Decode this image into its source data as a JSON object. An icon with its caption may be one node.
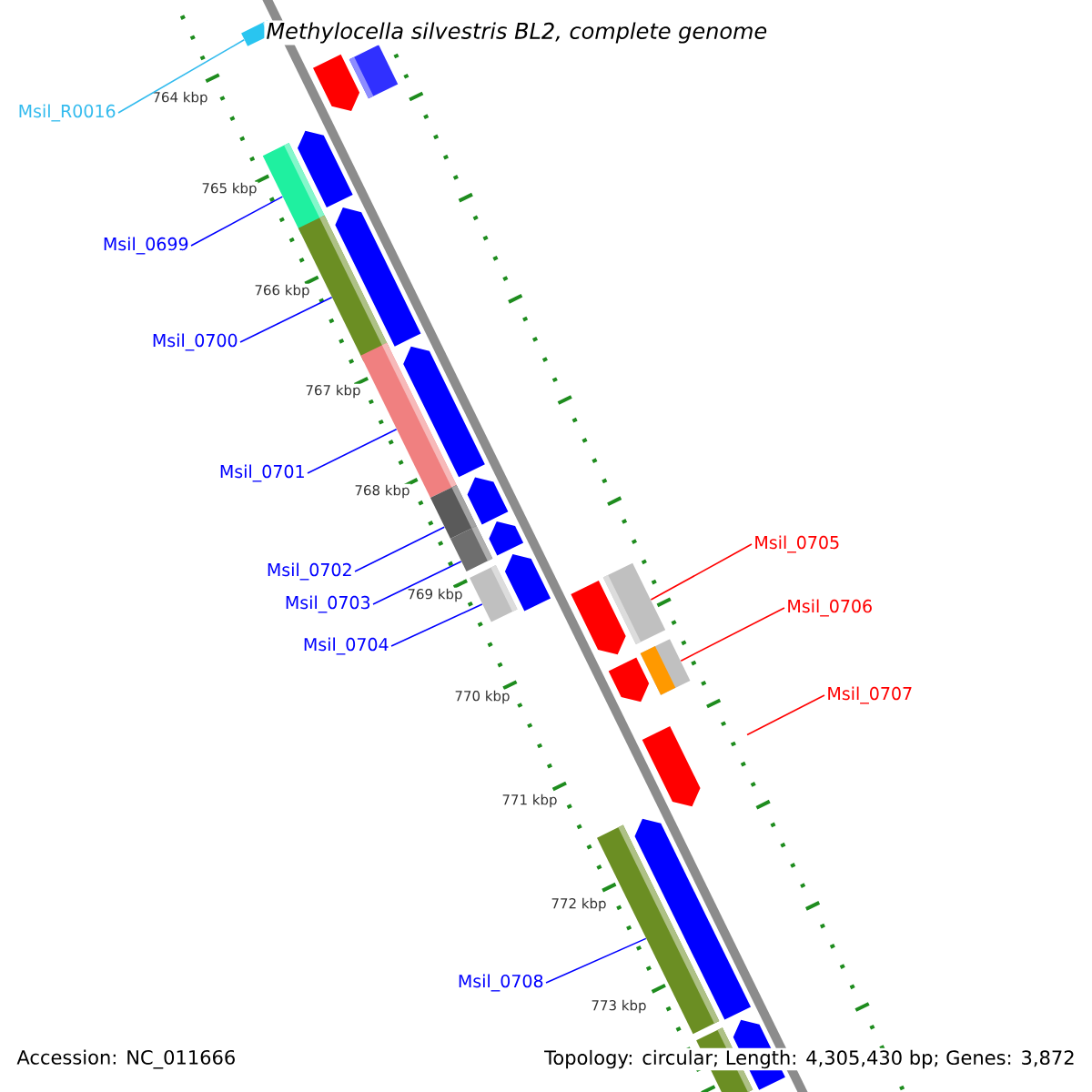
{
  "diagram": {
    "title": "Methylocella silvestris BL2, complete genome",
    "nodes": [
      {
        "text": [
          "Msil_R0016"
        ]
      },
      {
        "text": [
          "Msil_0699"
        ]
      },
      {
        "text": [
          "Msil_0700"
        ]
      },
      {
        "text": [
          "Msil_0701"
        ]
      },
      {
        "text": [
          "Msil_0702"
        ]
      },
      {
        "text": [
          "Msil_0703"
        ]
      },
      {
        "text": [
          "Msil_0704"
        ]
      },
      {
        "text": [
          "Msil_0705"
        ]
      },
      {
        "text": [
          "Msil_0706"
        ]
      },
      {
        "text": [
          "Msil_0707"
        ]
      },
      {
        "text": [
          "Msil_0708"
        ]
      },
      {
        "text": [],
        "shape": "bar"
      },
      {
        "text": [],
        "shape": "bar"
      },
      {
        "text": [],
        "shape": "bar"
      },
      {
        "text": [],
        "shape": "bar"
      },
      {
        "text": [],
        "shape": "bar"
      },
      {
        "text": [],
        "shape": "bar"
      },
      {
        "text": [],
        "shape": "bar"
      },
      {
        "text": [],
        "shape": "bar"
      },
      {
        "text": [],
        "shape": "bar"
      },
      {
        "text": [],
        "shape": "bar"
      },
      {
        "text": [],
        "shape": "pentagon"
      },
      {
        "text": [],
        "shape": "pentagon"
      },
      {
        "text": [],
        "shape": "pentagon"
      },
      {
        "text": [],
        "shape": "pentagon"
      },
      {
        "text": [],
        "shape": "pentagon"
      },
      {
        "text": [],
        "shape": "pentagon"
      },
      {
        "text": [],
        "shape": "pentagon"
      },
      {
        "text": [],
        "shape": "pentagon"
      },
      {
        "text": [],
        "shape": "pentagon"
      },
      {
        "text": [],
        "shape": "pentagon"
      },
      {
        "text": [],
        "shape": "pentagon"
      },
      {
        "text": [],
        "shape": "pentagon"
      },
      {
        "text": [],
        "shape": "bar"
      },
      {
        "text": [],
        "shape": "bar"
      }
    ],
    "edges": [
      {
        "from": 0,
        "to": 11,
        "arrow": "none",
        "color": "#33bbee"
      },
      {
        "from": 1,
        "to": 12,
        "arrow": "none"
      },
      {
        "from": 2,
        "to": 13,
        "arrow": "none"
      },
      {
        "from": 3,
        "to": 14,
        "arrow": "none"
      },
      {
        "from": 4,
        "to": 15,
        "arrow": "none"
      },
      {
        "from": 5,
        "to": 16,
        "arrow": "none"
      },
      {
        "from": 6,
        "to": 17,
        "arrow": "none"
      },
      {
        "from": 7,
        "to": 18,
        "arrow": "none",
        "color": "#ff0000"
      },
      {
        "from": 8,
        "to": 19,
        "arrow": "none",
        "color": "#ff0000"
      },
      {
        "from": 9,
        "to": null,
        "arrow": "none",
        "color": "#ff0000"
      },
      {
        "from": 10,
        "to": 20,
        "arrow": "none"
      }
    ],
    "labels": [
      "764 kbp",
      "765 kbp",
      "766 kbp",
      "767 kbp",
      "768 kbp",
      "769 kbp",
      "770 kbp",
      "771 kbp",
      "772 kbp",
      "773 kbp",
      "Accession: NC_011666",
      "Topology: circular; Length: 4,305,430 bp; Genes: 3,872"
    ]
  }
}
